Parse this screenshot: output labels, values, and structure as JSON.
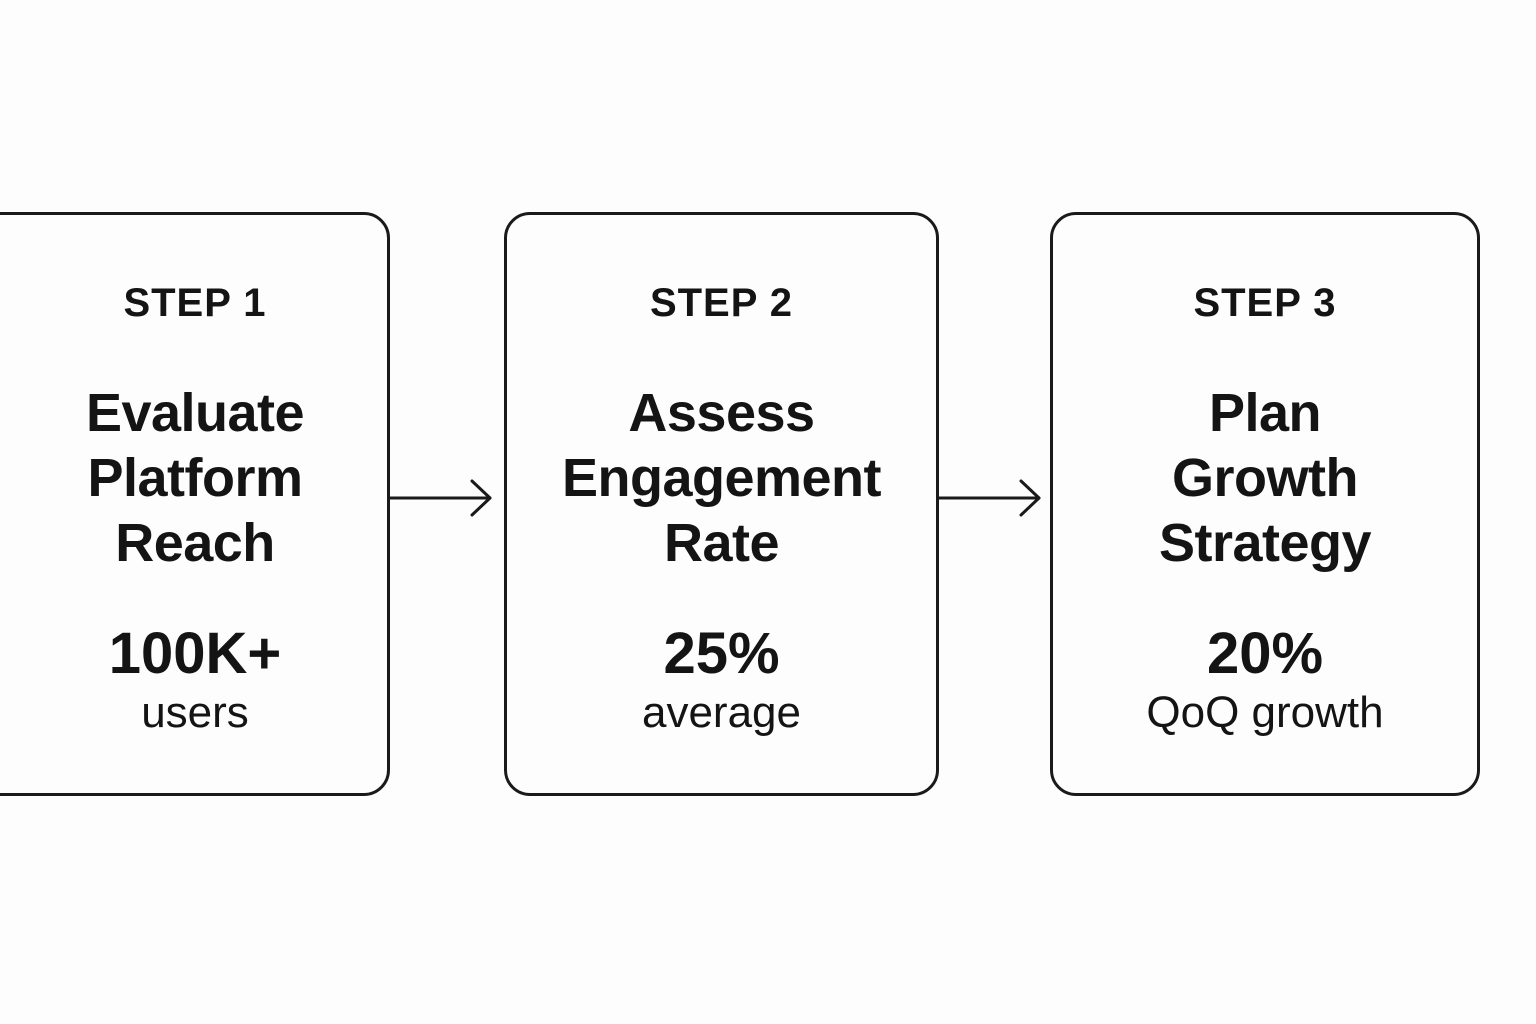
{
  "steps": [
    {
      "label": "STEP 1",
      "title_lines": [
        "Evaluate",
        "Platform",
        "Reach"
      ],
      "metric": "100K+",
      "caption": "users"
    },
    {
      "label": "STEP 2",
      "title_lines": [
        "Assess",
        "Engagement",
        "Rate"
      ],
      "metric": "25%",
      "caption": "average"
    },
    {
      "label": "STEP 3",
      "title_lines": [
        "Plan",
        "Growth",
        "Strategy"
      ],
      "metric": "20%",
      "caption": "QoQ growth"
    }
  ],
  "colors": {
    "background": "#fdfdfd",
    "stroke": "#1a1a1a",
    "text": "#141414"
  }
}
